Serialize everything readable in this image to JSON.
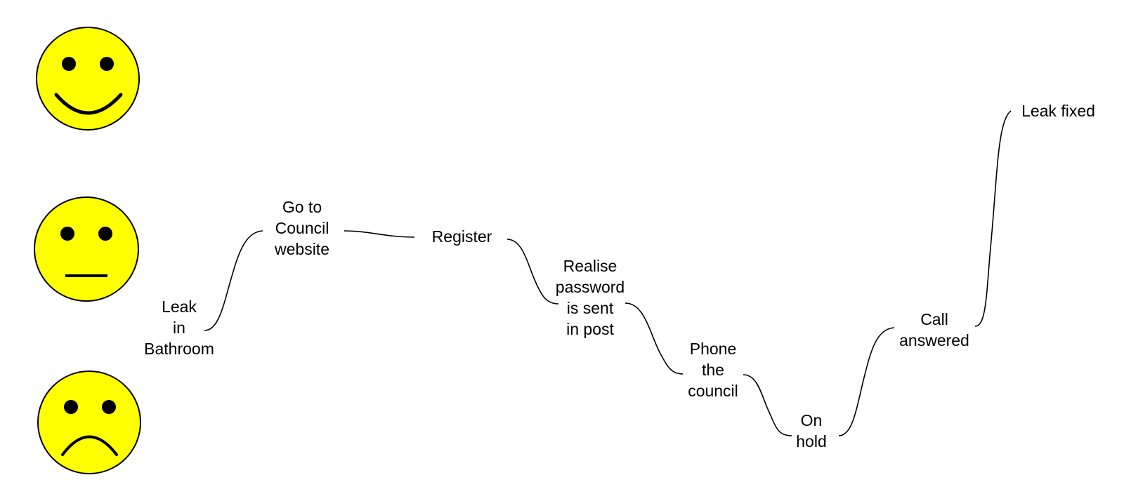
{
  "moods": [
    {
      "name": "happy",
      "face_color": "#FFFF00",
      "outline_color": "#000000"
    },
    {
      "name": "neutral",
      "face_color": "#FFFF00",
      "outline_color": "#000000"
    },
    {
      "name": "sad",
      "face_color": "#FFFF00",
      "outline_color": "#000000"
    }
  ],
  "steps": [
    {
      "text": "Leak\nin\nBathroom",
      "mood": "sad"
    },
    {
      "text": "Go to\nCouncil\nwebsite",
      "mood": "neutral"
    },
    {
      "text": "Register",
      "mood": "neutral"
    },
    {
      "text": "Realise\npassword\nis sent\nin post",
      "mood": "neutral"
    },
    {
      "text": "Phone\nthe\ncouncil",
      "mood": "sad"
    },
    {
      "text": "On\nhold",
      "mood": "sad"
    },
    {
      "text": "Call\nanswered",
      "mood": "sad"
    },
    {
      "text": "Leak fixed",
      "mood": "happy"
    }
  ],
  "connector_color": "#000000"
}
